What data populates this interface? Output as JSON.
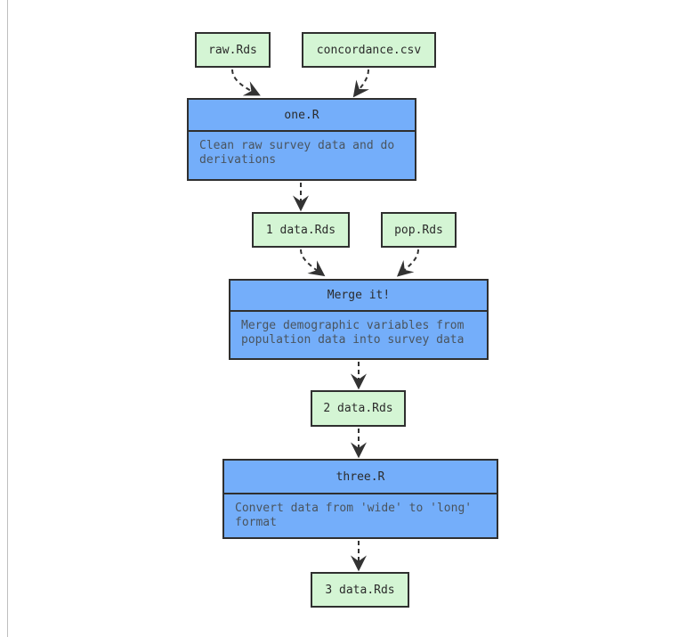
{
  "diagram": {
    "type": "flowchart",
    "nodes": {
      "raw": {
        "kind": "file",
        "label": "raw.Rds"
      },
      "concordance": {
        "kind": "file",
        "label": "concordance.csv"
      },
      "one": {
        "kind": "script",
        "title": "one.R",
        "description": "Clean raw survey data and do derivations"
      },
      "data1": {
        "kind": "file",
        "label": "1 data.Rds"
      },
      "pop": {
        "kind": "file",
        "label": "pop.Rds"
      },
      "merge": {
        "kind": "script",
        "title": "Merge it!",
        "description": "Merge demographic variables from population data into survey data"
      },
      "data2": {
        "kind": "file",
        "label": "2 data.Rds"
      },
      "three": {
        "kind": "script",
        "title": "three.R",
        "description": "Convert data from 'wide' to 'long' format"
      },
      "data3": {
        "kind": "file",
        "label": "3 data.Rds"
      }
    },
    "edges": [
      {
        "from": "raw.Rds",
        "to": "one.R"
      },
      {
        "from": "concordance.csv",
        "to": "one.R"
      },
      {
        "from": "one.R",
        "to": "1 data.Rds"
      },
      {
        "from": "1 data.Rds",
        "to": "Merge it!"
      },
      {
        "from": "pop.Rds",
        "to": "Merge it!"
      },
      {
        "from": "Merge it!",
        "to": "2 data.Rds"
      },
      {
        "from": "2 data.Rds",
        "to": "three.R"
      },
      {
        "from": "three.R",
        "to": "3 data.Rds"
      }
    ],
    "colors": {
      "file_fill": "#d4f5d4",
      "script_fill": "#74aefa",
      "border": "#2f2f2f",
      "title_text": "#2b2b2b",
      "desc_text": "#4a545e",
      "arrow": "#333333"
    }
  }
}
